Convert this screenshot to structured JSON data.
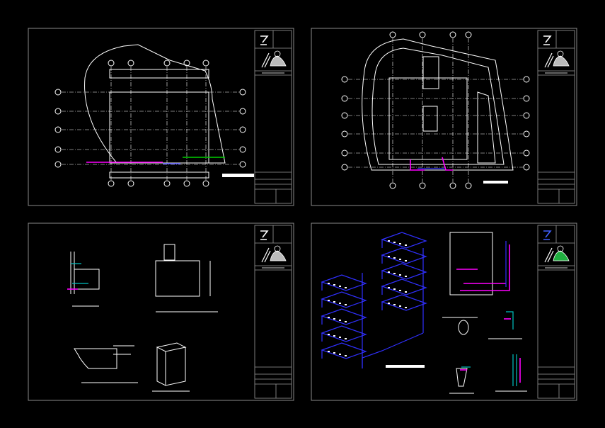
{
  "canvas": {
    "background": "#000000"
  },
  "colors": {
    "sheet_border": "#8a8a8a",
    "linework": "#ffffff",
    "hot_water_pipe": "#ff00ff",
    "cold_water_pipe": "#3030ff",
    "cyan_fixture": "#00c0c0",
    "green_line": "#00d000"
  },
  "sheets": [
    {
      "id": "sheet-1",
      "content": "floor-plan"
    },
    {
      "id": "sheet-2",
      "content": "site-floor-plan"
    },
    {
      "id": "sheet-3",
      "content": "tank-details"
    },
    {
      "id": "sheet-4",
      "content": "isometric-riser-diagram"
    }
  ]
}
